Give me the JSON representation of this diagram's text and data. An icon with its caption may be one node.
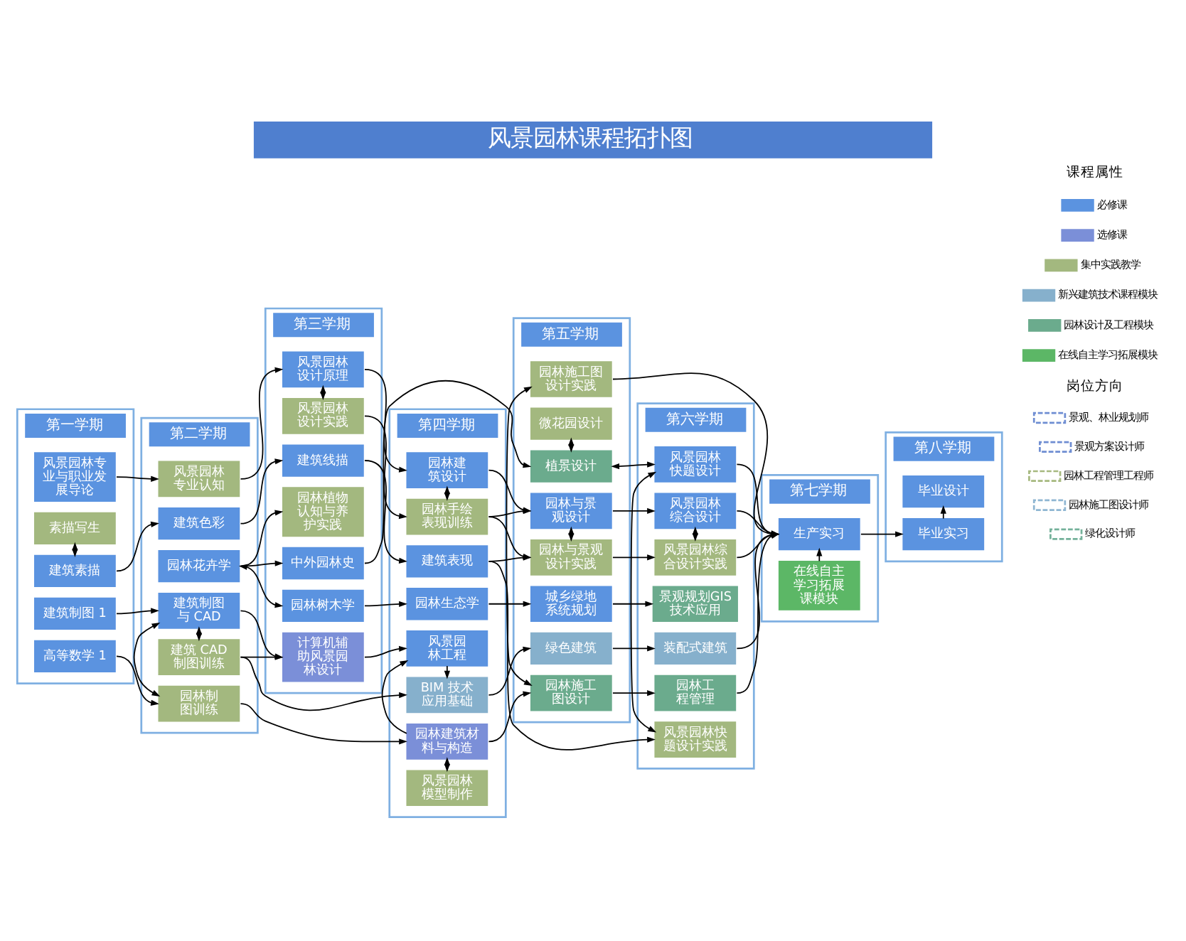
{
  "diagram": {
    "title": "风景园林课程拓扑图",
    "nodes": [
      {
        "text": [
          "第一学期"
        ]
      },
      {
        "text": [
          "风景园林专业与职业发展导论"
        ],
        "in": 0
      },
      {
        "text": [
          "建筑素描"
        ],
        "in": 0
      },
      {
        "text": [
          "素描写生"
        ],
        "in": 0
      },
      {
        "text": [
          "高等数学 1"
        ],
        "in": 0
      },
      {
        "text": [
          "建筑制图 1"
        ],
        "in": 0
      },
      {
        "text": [
          "第二学期"
        ]
      },
      {
        "text": [
          "风景园林专业认知"
        ],
        "in": 6
      },
      {
        "text": [
          "建筑色彩"
        ],
        "in": 6
      },
      {
        "text": [
          "园林花卉学"
        ],
        "in": 6
      },
      {
        "text": [
          "园林制图训练"
        ],
        "in": 6
      },
      {
        "text": [
          "建筑制图与 CAD"
        ],
        "in": 6
      },
      {
        "text": [
          "建筑 CAD制图训练"
        ],
        "in": 6
      },
      {
        "text": [
          "第三学期"
        ]
      },
      {
        "text": [
          "风景园林设计原理"
        ],
        "in": 13
      },
      {
        "text": [
          "风景园林设计实践"
        ],
        "in": 13
      },
      {
        "text": [
          "建筑线描"
        ],
        "in": 13
      },
      {
        "text": [
          "中外园林史"
        ],
        "in": 13
      },
      {
        "text": [
          "园林树木学"
        ],
        "in": 13
      },
      {
        "text": [
          "园林植物认知与养护实践"
        ],
        "in": 13
      },
      {
        "text": [
          "计算机辅助风景园林设计"
        ],
        "in": 13
      },
      {
        "text": [
          "第四学期"
        ]
      },
      {
        "text": [
          "园林建筑设计"
        ],
        "in": 21
      },
      {
        "text": [
          "园林手绘表现训练"
        ],
        "in": 21
      },
      {
        "text": [
          "建筑表现"
        ],
        "in": 21
      },
      {
        "text": [
          "园林生态学"
        ],
        "in": 21
      },
      {
        "text": [
          "风景园林模型制作"
        ],
        "in": 21
      },
      {
        "text": [
          "园林建筑材料与构造"
        ],
        "in": 21
      },
      {
        "text": [
          "风景园林工程"
        ],
        "in": 21
      },
      {
        "text": [
          "BIM 技术应用基础"
        ],
        "in": 21
      },
      {
        "text": [
          "第五学期"
        ]
      },
      {
        "text": [
          "园林与景观设计"
        ],
        "in": 30
      },
      {
        "text": [
          "园林与景观设计实践"
        ],
        "in": 30
      },
      {
        "text": [
          "植景设计"
        ],
        "in": 30
      },
      {
        "text": [
          "微花园设计"
        ],
        "in": 30
      },
      {
        "text": [
          "城乡绿地系统规划"
        ],
        "in": 30
      },
      {
        "text": [
          "园林施工图设计"
        ],
        "in": 30
      },
      {
        "text": [
          "园林施工图设计实践"
        ],
        "in": 30
      },
      {
        "text": [
          "绿色建筑"
        ],
        "in": 30
      },
      {
        "text": [
          "第六学期"
        ]
      },
      {
        "text": [
          "风景园林综合设计"
        ],
        "in": 39
      },
      {
        "text": [
          "风景园林综合设计实践"
        ],
        "in": 39
      },
      {
        "text": [
          "风景园林快题设计实践"
        ],
        "in": 39
      },
      {
        "text": [
          "风景园林快题设计"
        ],
        "in": 39
      },
      {
        "text": [
          "景观规划GIS技术应用"
        ],
        "in": 39
      },
      {
        "text": [
          "园林工程管理"
        ],
        "in": 39
      },
      {
        "text": [
          "装配式建筑"
        ],
        "in": 39
      },
      {
        "text": [
          "第七学期"
        ]
      },
      {
        "text": [
          "生产实习"
        ],
        "in": 47
      },
      {
        "text": [
          "在线自主学习拓展课模块"
        ],
        "in": 47
      },
      {
        "text": [
          "第八学期"
        ]
      },
      {
        "text": [
          "毕业实习"
        ],
        "in": 50
      },
      {
        "text": [
          "毕业设计"
        ],
        "in": 50
      }
    ],
    "edges": [
      {
        "from": 1,
        "to": 7,
        "arrow": "to"
      },
      {
        "from": 7,
        "to": 14,
        "arrow": "to"
      },
      {
        "from": 14,
        "to": 22,
        "arrow": "to"
      },
      {
        "from": 14,
        "to": 15,
        "arrow": "both"
      },
      {
        "from": 15,
        "to": 23,
        "arrow": "to"
      },
      {
        "from": 22,
        "to": 23,
        "arrow": "both"
      },
      {
        "from": 22,
        "to": 31,
        "arrow": "to"
      },
      {
        "from": 23,
        "to": 31,
        "arrow": "to"
      },
      {
        "from": 23,
        "to": 32,
        "arrow": "to"
      },
      {
        "from": 31,
        "to": 32,
        "arrow": "both"
      },
      {
        "from": 31,
        "to": 40,
        "arrow": "to"
      },
      {
        "from": 32,
        "to": 41,
        "arrow": "to"
      },
      {
        "from": 40,
        "to": 41,
        "arrow": "both"
      },
      {
        "from": 40,
        "to": 48,
        "arrow": "to"
      },
      {
        "from": 41,
        "to": 48,
        "arrow": "to"
      },
      {
        "from": 2,
        "to": 8,
        "arrow": "to"
      },
      {
        "from": 8,
        "to": 16,
        "arrow": "to"
      },
      {
        "from": 16,
        "to": 24,
        "arrow": "to"
      },
      {
        "from": 24,
        "to": 32,
        "arrow": "to"
      },
      {
        "from": 24,
        "to": 42,
        "arrow": "to"
      },
      {
        "from": 42,
        "to": 43,
        "arrow": "both"
      },
      {
        "from": 2,
        "to": 3,
        "arrow": "both"
      },
      {
        "from": 9,
        "to": 17,
        "arrow": "to"
      },
      {
        "from": 9,
        "to": 18,
        "arrow": "both"
      },
      {
        "from": 9,
        "to": 19,
        "arrow": "to"
      },
      {
        "from": 17,
        "to": 33,
        "arrow": "to"
      },
      {
        "from": 33,
        "to": 43,
        "arrow": "both"
      },
      {
        "from": 33,
        "to": 34,
        "arrow": "both"
      },
      {
        "from": 43,
        "to": 48,
        "arrow": "to"
      },
      {
        "from": 48,
        "to": 51,
        "arrow": "to"
      },
      {
        "from": 51,
        "to": 52,
        "arrow": "to"
      },
      {
        "from": 18,
        "to": 25,
        "arrow": "to"
      },
      {
        "from": 25,
        "to": 35,
        "arrow": "to"
      },
      {
        "from": 35,
        "to": 44,
        "arrow": "to"
      },
      {
        "from": 26,
        "to": 27,
        "arrow": "both"
      },
      {
        "from": 4,
        "to": 10,
        "arrow": "to"
      },
      {
        "from": 10,
        "to": 27,
        "arrow": "to"
      },
      {
        "from": 10,
        "to": 11,
        "arrow": "both"
      },
      {
        "from": 5,
        "to": 11,
        "arrow": "to"
      },
      {
        "from": 11,
        "to": 12,
        "arrow": "both"
      },
      {
        "from": 11,
        "to": 20,
        "arrow": "to"
      },
      {
        "from": 20,
        "to": 28,
        "arrow": "to"
      },
      {
        "from": 12,
        "to": 29,
        "arrow": "to"
      },
      {
        "from": 12,
        "to": 20,
        "arrow": "to"
      },
      {
        "from": 27,
        "to": 28,
        "arrow": "to"
      },
      {
        "from": 28,
        "to": 29,
        "arrow": "to"
      },
      {
        "from": 27,
        "to": 36,
        "arrow": "to"
      },
      {
        "from": 36,
        "to": 45,
        "arrow": "to"
      },
      {
        "from": 36,
        "to": 37,
        "arrow": "both"
      },
      {
        "from": 37,
        "to": 48,
        "arrow": "to"
      },
      {
        "from": 45,
        "to": 48,
        "arrow": "to"
      },
      {
        "from": 29,
        "to": 38,
        "arrow": "to"
      },
      {
        "from": 38,
        "to": 46,
        "arrow": "to"
      },
      {
        "from": 46,
        "to": 48,
        "arrow": "to"
      },
      {
        "from": 49,
        "to": 48,
        "arrow": "to"
      }
    ],
    "labels": [
      "课程属性",
      "岗位方向"
    ],
    "legend": [
      {
        "text": "必修课",
        "color": "#5b93e0"
      },
      {
        "text": "选修课",
        "color": "#7b8fd8"
      },
      {
        "text": "集中实践教学",
        "color": "#a3b87f"
      },
      {
        "text": "新兴建筑技术课程模块",
        "color": "#86b0cc"
      },
      {
        "text": "园林设计及工程模块",
        "color": "#6bab8d"
      },
      {
        "text": "在线自主学习拓展模块",
        "color": "#5cb766"
      },
      {
        "text": "景观、林业规划师"
      },
      {
        "text": "景观方案设计师"
      },
      {
        "text": "园林工程管理工程师"
      },
      {
        "text": "园林施工图设计师"
      },
      {
        "text": "绿化设计师"
      }
    ]
  }
}
